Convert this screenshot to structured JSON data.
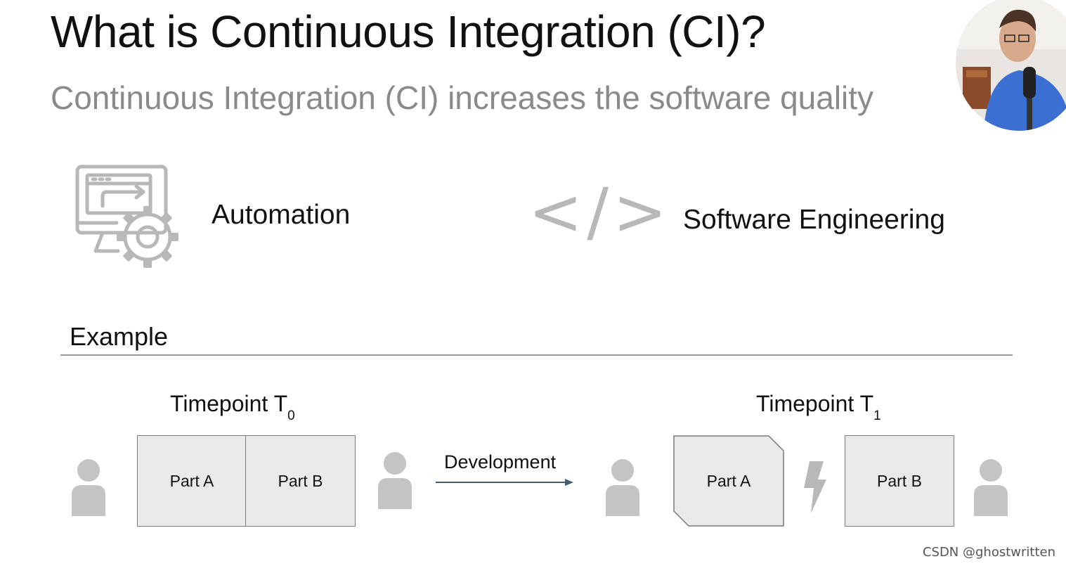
{
  "slide": {
    "title": "What is Continuous Integration (CI)?",
    "subtitle": "Continuous Integration (CI) increases the software quality"
  },
  "features": [
    {
      "label": "Automation",
      "icon": "monitor-gear-icon"
    },
    {
      "label": "Software Engineering",
      "icon": "code-brackets-icon",
      "icon_glyph": "</>"
    }
  ],
  "example": {
    "heading": "Example",
    "t0": {
      "label": "Timepoint T",
      "subscript": "0",
      "part_a": "Part A",
      "part_b": "Part B"
    },
    "development_label": "Development",
    "t1": {
      "label": "Timepoint T",
      "subscript": "1",
      "part_a": "Part A",
      "part_b": "Part B"
    }
  },
  "watermark": "CSDN @ghostwritten",
  "colors": {
    "icon_gray": "#b8b8b8",
    "box_fill": "#eaeaea",
    "subtitle_gray": "#8a8a8a"
  }
}
